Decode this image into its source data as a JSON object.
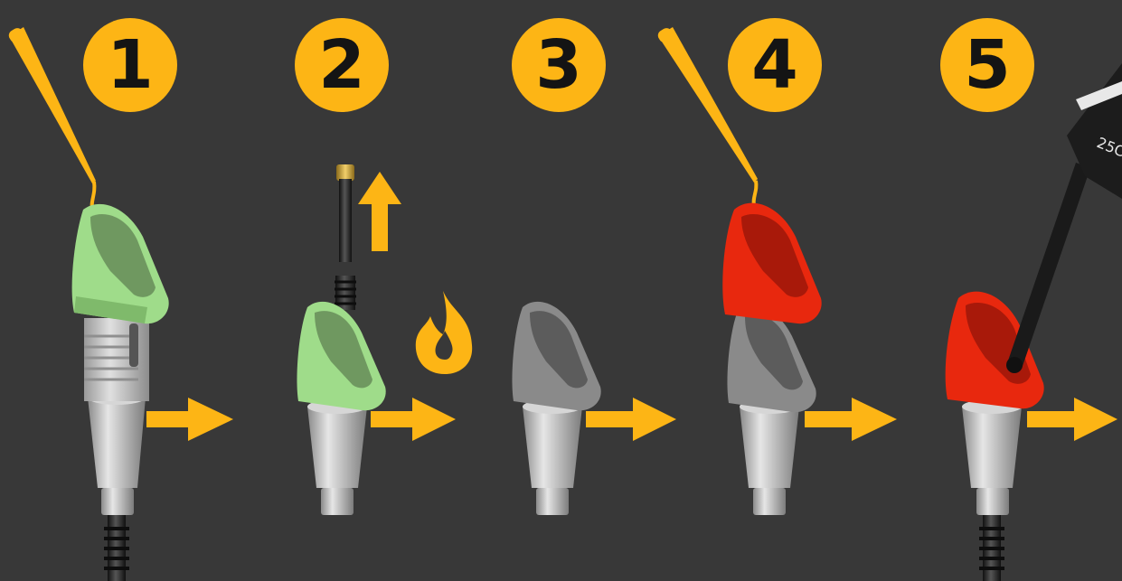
{
  "steps": [
    {
      "number": "1"
    },
    {
      "number": "2"
    },
    {
      "number": "3"
    },
    {
      "number": "4"
    },
    {
      "number": "5"
    }
  ],
  "driver_marking": "25C",
  "colors": {
    "background": "#383838",
    "badge": "#FDB515",
    "badge_text": "#141414",
    "arrow": "#FDB515",
    "green_cap": "#9FDC8A",
    "red_cap": "#E8280E",
    "gray_cap": "#7A7A7A",
    "titanium": "#C4C4C4",
    "screw": "#222222"
  },
  "icons": [
    "pen-tool-icon",
    "flame-icon",
    "up-arrow-icon",
    "right-arrow-icon",
    "screwdriver-icon"
  ]
}
